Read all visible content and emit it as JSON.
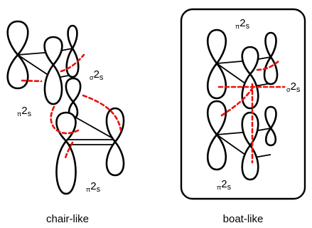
{
  "colors": {
    "interaction": "#e8120c",
    "outline": "#000000"
  },
  "chair": {
    "caption": "chair-like",
    "labels": [
      {
        "id": "sigma",
        "prefix": "σ",
        "main": "2",
        "sub": "s"
      },
      {
        "id": "pi-left",
        "prefix": "π",
        "main": "2",
        "sub": "s"
      },
      {
        "id": "pi-bottom",
        "prefix": "π",
        "main": "2",
        "sub": "s"
      }
    ]
  },
  "boat": {
    "caption": "boat-like",
    "labels": [
      {
        "id": "pi-top",
        "prefix": "π",
        "main": "2",
        "sub": "s"
      },
      {
        "id": "sigma",
        "prefix": "σ",
        "main": "2",
        "sub": "s"
      },
      {
        "id": "pi-bottom",
        "prefix": "π",
        "main": "2",
        "sub": "s"
      }
    ]
  }
}
